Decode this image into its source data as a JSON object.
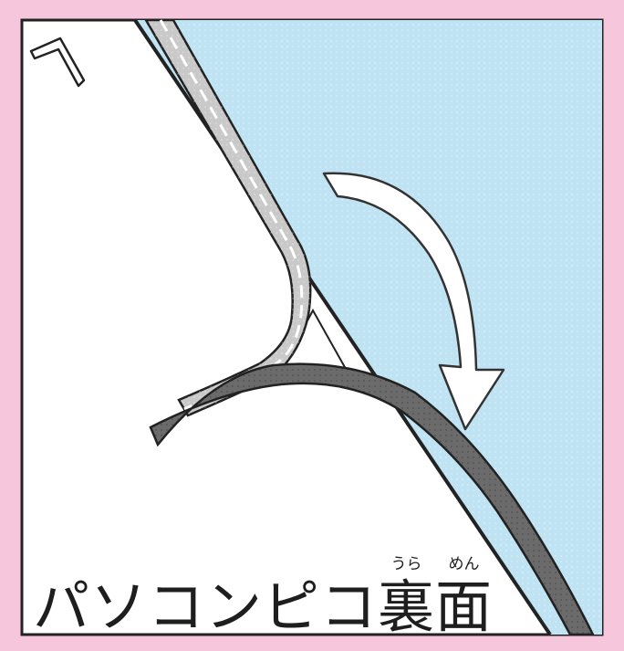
{
  "caption": {
    "text": "パソコンピコ",
    "kanji": "裏面",
    "ruby": [
      "うら",
      "めん"
    ]
  },
  "colors": {
    "border": "#f6c6dc",
    "background": "#ffffff",
    "sheet": "#bfe3f3",
    "light_strip": "#c9c9c9",
    "dark_strip": "#6b6b6b",
    "outline": "#222222",
    "arrow": "#ffffff"
  },
  "icons": {
    "arrow": "curved-down-arrow-icon",
    "hook": "hook-icon"
  }
}
